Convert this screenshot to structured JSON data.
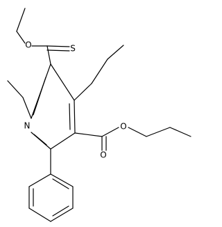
{
  "atom_labels": {
    "ester_oxygen_top": "O",
    "thione_sulfur": "S",
    "ring_nitrogen": "N",
    "ester_oxygen_bottom": "O",
    "carbonyl_oxygen_bottom": "O"
  }
}
